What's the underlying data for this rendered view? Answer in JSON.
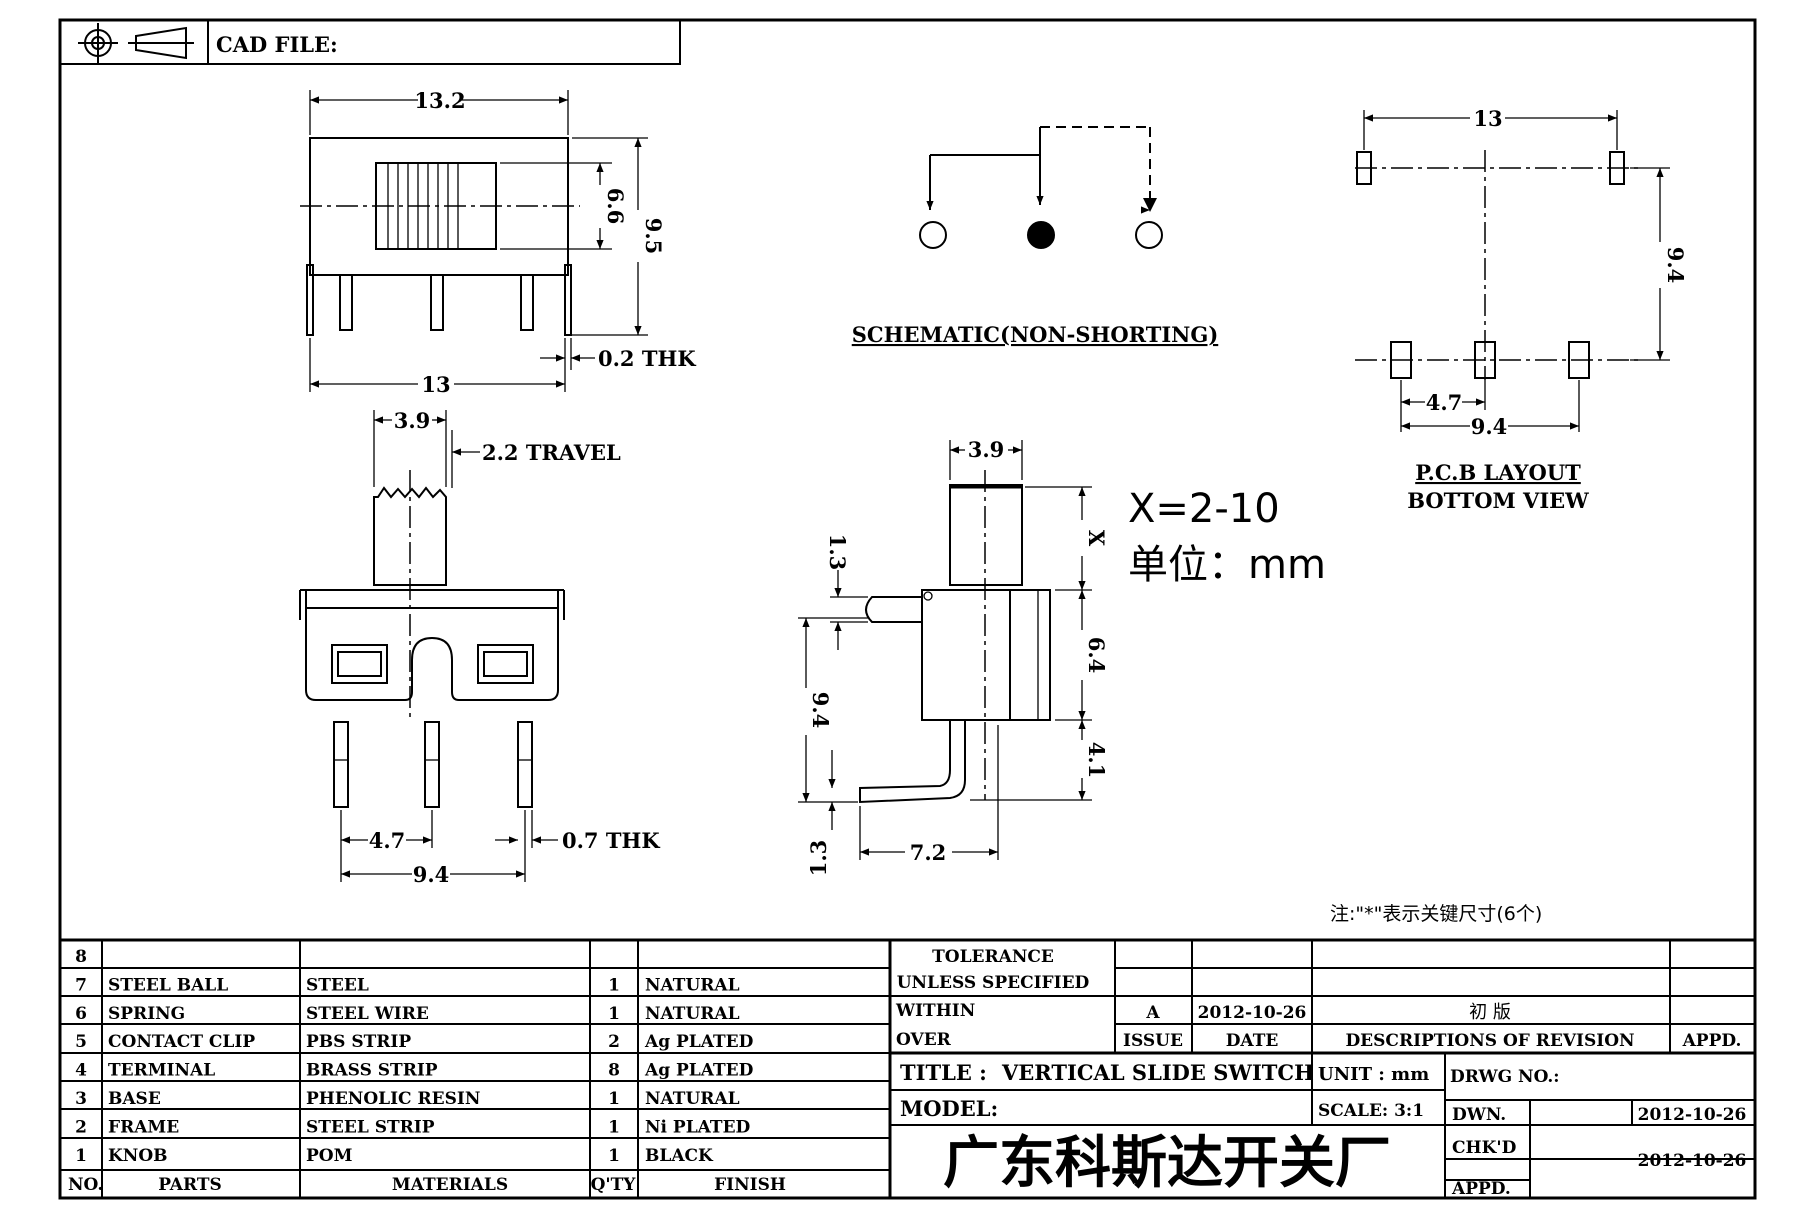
{
  "header": {
    "cad_file_label": "CAD FILE:",
    "projection_symbol": "first-angle-projection-icon"
  },
  "top_view": {
    "dim_width_top": "13.2",
    "dim_height_inner": "6.6",
    "dim_height_outer": "9.5",
    "dim_pins_span": "13",
    "dim_thk": "0.2 THK"
  },
  "schematic": {
    "title": "SCHEMATIC(NON-SHORTING)"
  },
  "pcb_layout": {
    "dim_width": "13",
    "dim_height": "9.4",
    "dim_pitch": "4.7",
    "dim_span": "9.4",
    "title": "P.C.B LAYOUT",
    "subtitle": "BOTTOM VIEW"
  },
  "front_view": {
    "dim_knob": "3.9",
    "dim_travel": "2.2 TRAVEL",
    "dim_pitch": "4.7",
    "dim_span": "9.4",
    "dim_thk": "0.7 THK"
  },
  "side_view": {
    "dim_knob": "3.9",
    "dim_x": "X",
    "dim_13": "1.3",
    "dim_94": "9.4",
    "dim_64": "6.4",
    "dim_41": "4.1",
    "dim_13b": "1.3",
    "dim_72": "7.2"
  },
  "notes": {
    "x_range": "X=2-10",
    "unit_cn": "单位：mm",
    "key_note": "注:\"*\"表示关键尺寸(6个)"
  },
  "bom": {
    "headers": {
      "no": "NO.",
      "parts": "PARTS",
      "materials": "MATERIALS",
      "qty": "Q'TY",
      "finish": "FINISH"
    },
    "rows": [
      {
        "no": "8",
        "part": "",
        "material": "",
        "qty": "",
        "finish": ""
      },
      {
        "no": "7",
        "part": "STEEL BALL",
        "material": "STEEL",
        "qty": "1",
        "finish": "NATURAL"
      },
      {
        "no": "6",
        "part": "SPRING",
        "material": "STEEL WIRE",
        "qty": "1",
        "finish": "NATURAL"
      },
      {
        "no": "5",
        "part": "CONTACT CLIP",
        "material": "PBS STRIP",
        "qty": "2",
        "finish": "Ag PLATED"
      },
      {
        "no": "4",
        "part": "TERMINAL",
        "material": "BRASS STRIP",
        "qty": "8",
        "finish": "Ag PLATED"
      },
      {
        "no": "3",
        "part": "BASE",
        "material": "PHENOLIC RESIN",
        "qty": "1",
        "finish": "NATURAL"
      },
      {
        "no": "2",
        "part": "FRAME",
        "material": "STEEL STRIP",
        "qty": "1",
        "finish": "Ni PLATED"
      },
      {
        "no": "1",
        "part": "KNOB",
        "material": "POM",
        "qty": "1",
        "finish": "BLACK"
      }
    ]
  },
  "title_block": {
    "tolerance": "TOLERANCE",
    "unless": "UNLESS   SPECIFIED",
    "within": "WITHIN",
    "over": "OVER",
    "rev_issue": "A",
    "rev_date": "2012-10-26",
    "rev_desc": "初  版",
    "issue_label": "ISSUE",
    "date_label": "DATE",
    "desc_label": "DESCRIPTIONS OF REVISION",
    "appd_label": "APPD.",
    "title_label": "TITLE :",
    "title_value": "VERTICAL  SLIDE  SWITCH",
    "unit_label": "UNIT :  mm",
    "drwg_no_label": "DRWG NO.:",
    "model_label": "MODEL:",
    "scale_label": "SCALE:  3:1",
    "company": "广东科斯达开关厂",
    "dwn_label": "DWN.",
    "dwn_date": "2012-10-26",
    "chkd_label": "CHK'D",
    "chkd_date": "2012-10-26",
    "appd2_label": "APPD."
  }
}
